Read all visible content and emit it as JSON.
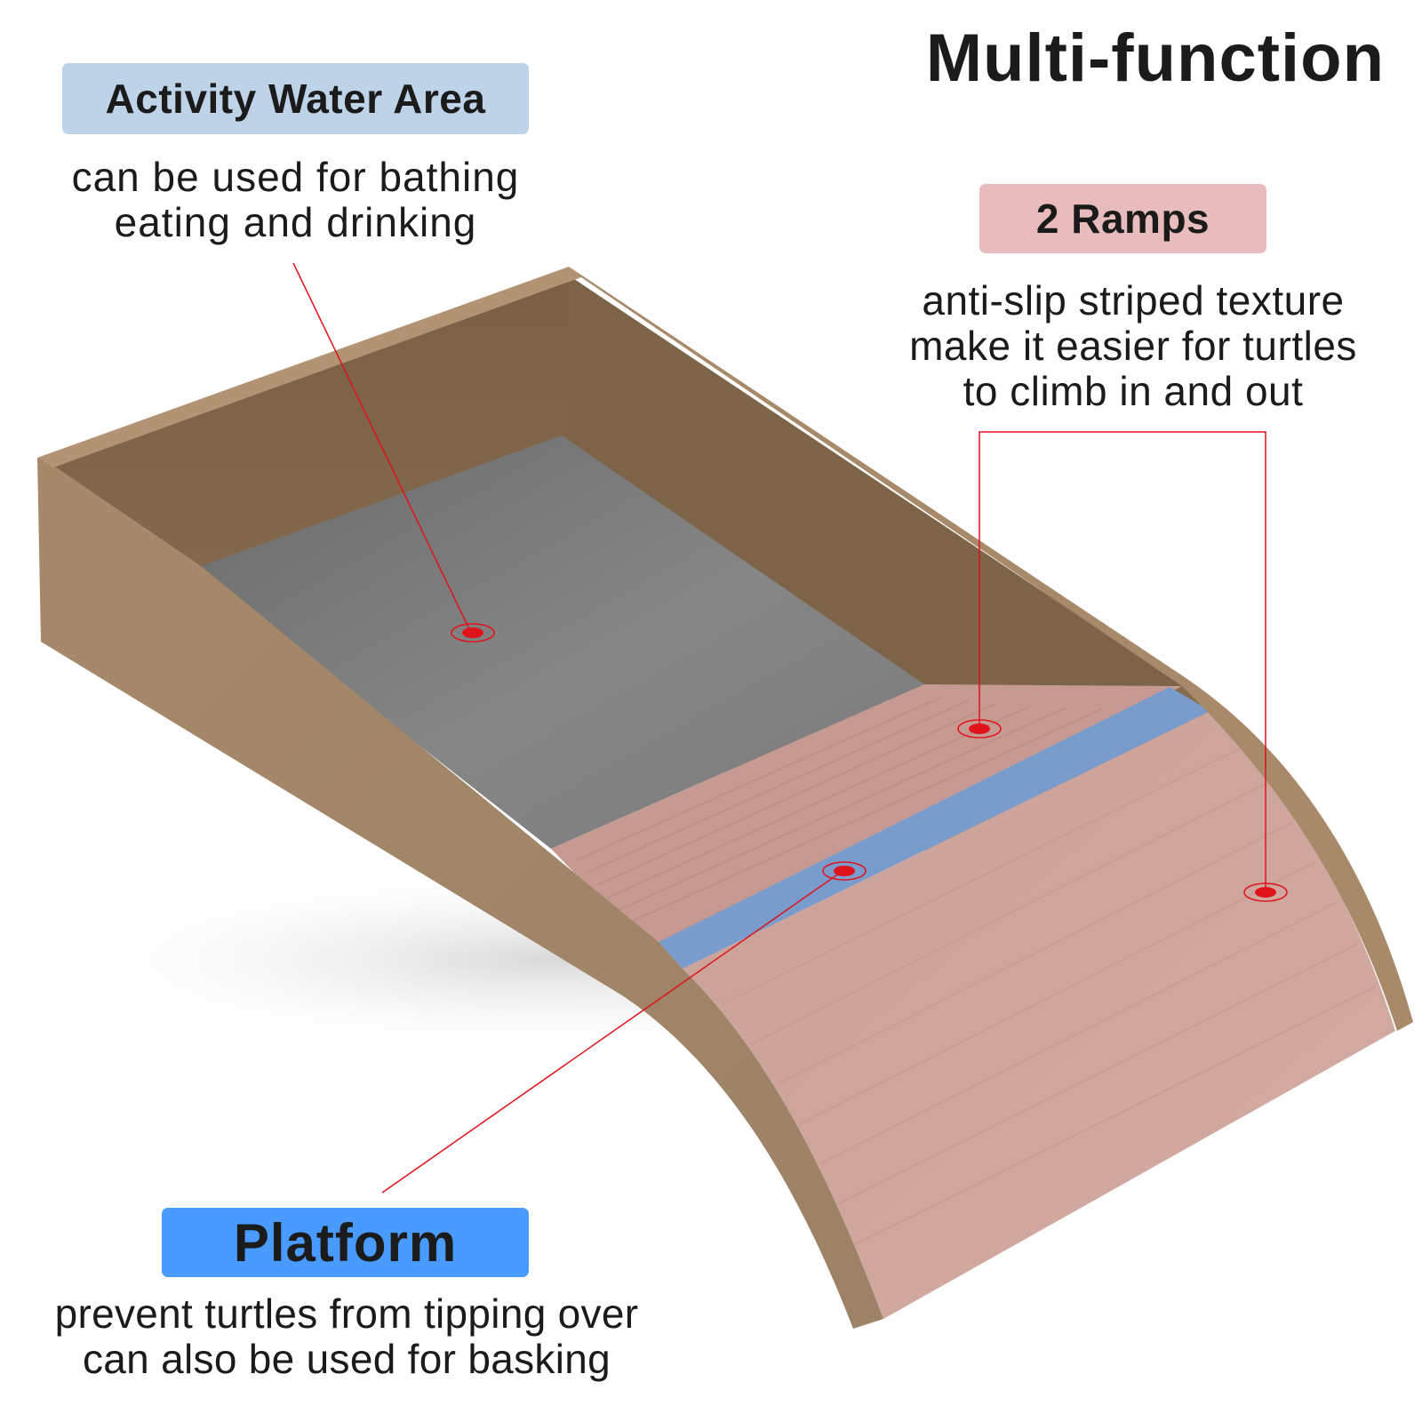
{
  "title": "Multi-function",
  "callouts": {
    "water": {
      "label": "Activity Water Area",
      "lines": [
        "can be used for bathing",
        "eating and drinking"
      ]
    },
    "ramps": {
      "label": "2 Ramps",
      "lines": [
        "anti-slip striped texture",
        "make it easier for turtles",
        "to climb in and out"
      ]
    },
    "platform": {
      "label": "Platform",
      "lines": [
        "prevent turtles from tipping over",
        "can also be used for basking"
      ]
    }
  },
  "colors": {
    "tray": "#a58a6c",
    "ramp": "#d4a79d",
    "water": "#818181",
    "platform": "#7a9ccc",
    "pointer": "#e0121a",
    "water_tag": "#bfd3e8",
    "ramps_tag": "#e8bcbc",
    "platform_tag": "#4a9bff"
  }
}
